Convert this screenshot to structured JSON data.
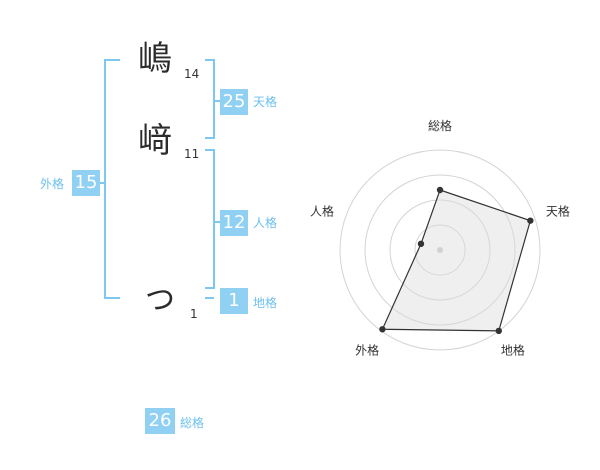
{
  "name": {
    "chars": [
      {
        "char": "嶋",
        "strokes": "14"
      },
      {
        "char": "﨑",
        "strokes": "11"
      },
      {
        "char": "つ",
        "strokes": "1"
      }
    ]
  },
  "kaku": {
    "tenkaku": {
      "value": "25",
      "label": "天格"
    },
    "jinkaku": {
      "value": "12",
      "label": "人格"
    },
    "chikaku": {
      "value": "1",
      "label": "地格"
    },
    "gaikaku": {
      "value": "15",
      "label": "外格"
    },
    "soukaku": {
      "value": "26",
      "label": "総格"
    }
  },
  "colors": {
    "accent": "#8fd0f3",
    "bracket": "#7ec8f0",
    "label": "#6cc0ee"
  },
  "chart_data": {
    "type": "radar",
    "axes": [
      "総格",
      "天格",
      "地格",
      "外格",
      "人格"
    ],
    "values": [
      0.6,
      0.95,
      1.0,
      0.98,
      0.2
    ],
    "range": [
      0,
      1
    ],
    "rings": 4
  }
}
